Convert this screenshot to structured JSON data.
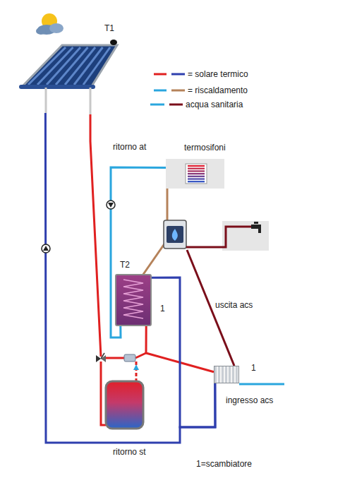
{
  "diagram": {
    "nodes": [
      {
        "text": [
          "T1"
        ]
      },
      {
        "text": [
          "termosifoni"
        ]
      },
      {
        "text": [
          "T2",
          "1"
        ]
      },
      {
        "text": [
          "1"
        ]
      }
    ],
    "edges": [
      {
        "from": 1,
        "to": 2,
        "arrow": "none"
      },
      {
        "from": 2,
        "to": 3,
        "arrow": "none"
      },
      {
        "from": 2,
        "to": 3,
        "arrow": "none"
      },
      {
        "from": 3,
        "to": 0,
        "arrow": "none"
      }
    ],
    "labels": [
      "ritorno at",
      "uscita acs",
      "ingresso acs",
      "ritorno st",
      "1=scambiatore"
    ],
    "legend": [
      {
        "text": "= solare termico"
      },
      {
        "text": "= riscaldamento"
      },
      {
        "text": "acqua sanitaria"
      }
    ]
  }
}
